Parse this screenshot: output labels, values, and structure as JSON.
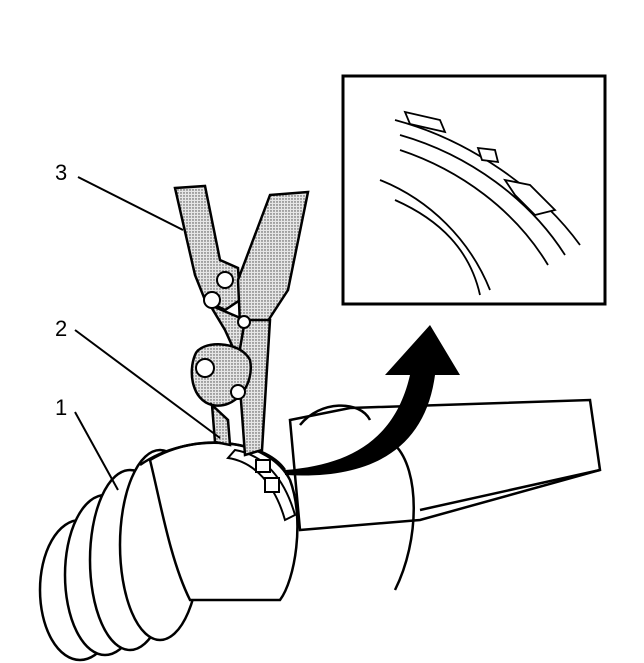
{
  "callouts": [
    {
      "id": "1",
      "text": "1"
    },
    {
      "id": "2",
      "text": "2"
    },
    {
      "id": "3",
      "text": "3"
    }
  ],
  "colors": {
    "line": "#000000",
    "background": "#ffffff",
    "stipple": "#bdbdbd"
  }
}
